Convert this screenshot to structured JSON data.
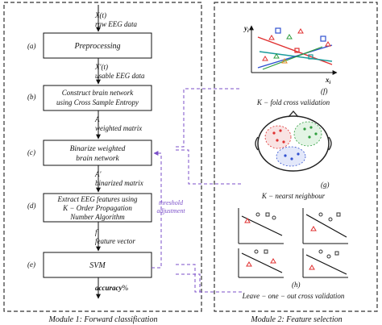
{
  "module1": {
    "caption": "Module 1: Forward classification",
    "steps": [
      {
        "tag": "(a)",
        "lines": [
          "Preprocessing"
        ]
      },
      {
        "tag": "(b)",
        "lines": [
          "Construct brain network",
          "using Cross Sample Entropy"
        ]
      },
      {
        "tag": "(c)",
        "lines": [
          "Binarize weighted",
          "brain network"
        ]
      },
      {
        "tag": "(d)",
        "lines": [
          "Extract EEG features using",
          "K − Order Propagation",
          "Number Algorithm"
        ]
      },
      {
        "tag": "(e)",
        "lines": [
          "SVM"
        ]
      }
    ],
    "signals": [
      {
        "symbol": "X(t)",
        "desc": "raw EEG data"
      },
      {
        "symbol": "X′(t)",
        "desc": "usable EEG data"
      },
      {
        "symbol": "A",
        "desc": "weighted matrix"
      },
      {
        "symbol": "A′",
        "desc": "binarized matrix"
      },
      {
        "symbol": "f",
        "desc": "feature vector"
      }
    ],
    "output": {
      "bold": "accuracy",
      "rest": "%"
    },
    "threshold_label": [
      "threshold",
      "adjustment"
    ]
  },
  "module2": {
    "caption": "Module 2: Feature selection",
    "panels": [
      {
        "tag": "(f)",
        "label": "K − fold cross validation",
        "y_axis": "y",
        "y_sub": "i",
        "x_axis": "x",
        "x_sub": "i"
      },
      {
        "tag": "(g)",
        "label": "K − nearst neighbour"
      },
      {
        "tag": "(h)",
        "label": "Leave − one − out cross validation"
      }
    ]
  },
  "colors": {
    "feedback_arrow": "#7b4fc9",
    "dashed_border": "#333333",
    "red": "#e03030",
    "blue": "#3050d0",
    "green": "#2f9e3f",
    "teal": "#1a9a9a",
    "orange": "#e08a20"
  }
}
